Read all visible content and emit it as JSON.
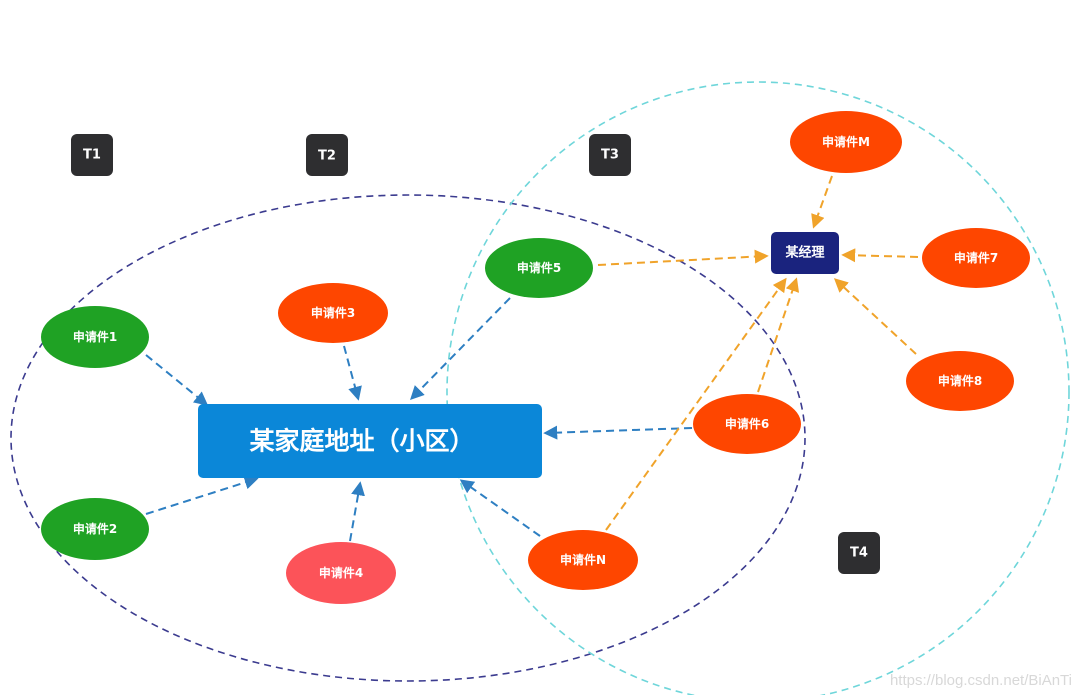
{
  "colors": {
    "green": "#1fa224",
    "orange_red": "#fe4600",
    "pink_red": "#fc5359",
    "blue_main": "#0b87d8",
    "navy": "#1a237e",
    "time_badge": "#2e2e30",
    "edge_blue": "#2e7fc2",
    "edge_orange": "#f0a32a",
    "circle_navy": "#3b3b8f",
    "circle_cyan": "#6fd6da"
  },
  "time_labels": [
    "T1",
    "T2",
    "T3",
    "T4"
  ],
  "center_node": {
    "label": "某家庭地址（小区）"
  },
  "manager_node": {
    "label": "某经理"
  },
  "requests": [
    {
      "id": "r1",
      "label": "申请件1",
      "color": "green"
    },
    {
      "id": "r2",
      "label": "申请件2",
      "color": "green"
    },
    {
      "id": "r3",
      "label": "申请件3",
      "color": "orange_red"
    },
    {
      "id": "r4",
      "label": "申请件4",
      "color": "pink_red"
    },
    {
      "id": "r5",
      "label": "申请件5",
      "color": "green"
    },
    {
      "id": "r6",
      "label": "申请件6",
      "color": "orange_red"
    },
    {
      "id": "rN",
      "label": "申请件N",
      "color": "orange_red"
    },
    {
      "id": "rM",
      "label": "申请件M",
      "color": "orange_red"
    },
    {
      "id": "r7",
      "label": "申请件7",
      "color": "orange_red"
    },
    {
      "id": "r8",
      "label": "申请件8",
      "color": "orange_red"
    }
  ],
  "edges": [
    {
      "from": "r1",
      "to": "center",
      "type": "address"
    },
    {
      "from": "r2",
      "to": "center",
      "type": "address"
    },
    {
      "from": "r3",
      "to": "center",
      "type": "address"
    },
    {
      "from": "r4",
      "to": "center",
      "type": "address"
    },
    {
      "from": "r5",
      "to": "center",
      "type": "address"
    },
    {
      "from": "r6",
      "to": "center",
      "type": "address"
    },
    {
      "from": "rN",
      "to": "center",
      "type": "address"
    },
    {
      "from": "r5",
      "to": "manager",
      "type": "manager"
    },
    {
      "from": "r6",
      "to": "manager",
      "type": "manager"
    },
    {
      "from": "rN",
      "to": "manager",
      "type": "manager"
    },
    {
      "from": "rM",
      "to": "manager",
      "type": "manager"
    },
    {
      "from": "r7",
      "to": "manager",
      "type": "manager"
    },
    {
      "from": "r8",
      "to": "manager",
      "type": "manager"
    }
  ],
  "watermark": "https://blog.csdn.net/BiAnTi"
}
